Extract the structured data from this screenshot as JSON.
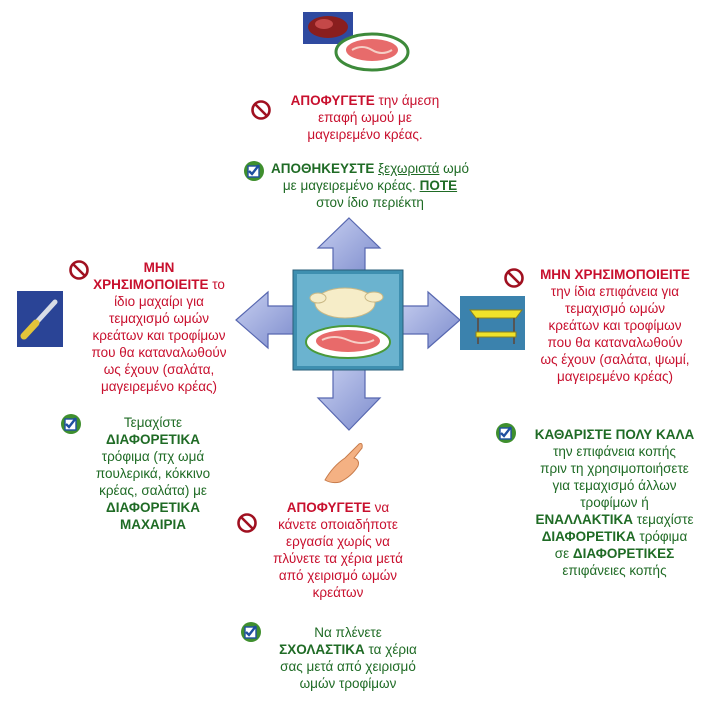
{
  "colors": {
    "warning": "#c8102e",
    "advice": "#1f6b25",
    "arrow": "#8f9ed8",
    "arrow_border": "#5767b0"
  },
  "icons": {
    "prohibited": "prohibited-icon",
    "check": "checkmark-icon"
  },
  "top": {
    "warn": {
      "bold": "ΑΠΟΦΥΓΕΤΕ",
      "l1": " την άμεση",
      "l2": "επαφή ωμού με",
      "l3": "μαγειρεμένο κρέας."
    },
    "ok": {
      "bold": "ΑΠΟΘΗΚΕΥΣΤΕ ",
      "under1": "ξεχωριστά",
      "l1": " ωμό",
      "l2": "με μαγειρεμένο κρέας. ",
      "under2": "ΠΟΤΕ",
      "l3": "στον ίδιο περιέκτη"
    }
  },
  "left": {
    "warn": {
      "b1": "ΜΗΝ",
      "b2": "ΧΡΗΣΙΜΟΠΟΙΕΙΤΕ",
      "l2": " το",
      "l3": "ίδιο μαχαίρι για",
      "l4": "τεμαχισμό ωμών",
      "l5": "κρεάτων και τροφίμων",
      "l6": "που θα καταναλωθούν",
      "l7": "ως έχουν (σαλάτα,",
      "l8": "μαγειρεμένο κρέας)"
    },
    "ok": {
      "l1": "Τεμαχίστε",
      "b1": "ΔΙΑΦΟΡΕΤΙΚΑ",
      "l3": "τρόφιμα (πχ ωμά",
      "l4": "πουλερικά, κόκκινο",
      "l5": "κρέας, σαλάτα) με",
      "b2": "ΔΙΑΦΟΡΕΤΙΚΑ",
      "b3": "ΜΑΧΑΙΡΙΑ"
    }
  },
  "right": {
    "warn": {
      "b1": "ΜΗΝ ΧΡΗΣΙΜΟΠΟΙΕΙΤΕ",
      "l2": "την ίδια επιφάνεια για",
      "l3": "τεμαχισμό ωμών",
      "l4": "κρεάτων και τροφίμων",
      "l5": "που θα καταναλωθούν",
      "l6": "ως έχουν (σαλάτα, ψωμί,",
      "l7": "μαγειρεμένο κρέας)"
    },
    "ok": {
      "b1": "ΚΑΘΑΡΙΣΤΕ ΠΟΛΥ ΚΑΛΑ",
      "l2": "την επιφάνεια κοπής",
      "l3": "πριν τη χρησιμοποιήσετε",
      "l4": "για τεμαχισμό άλλων",
      "l5": "τροφίμων ή",
      "b2": "ΕΝΑΛΛΑΚΤΙΚΑ",
      "l6": " τεμαχίστε",
      "b3": "ΔΙΑΦΟΡΕΤΙΚΑ",
      "l7": " τρόφιμα",
      "l8a": "σε ",
      "b4": "ΔΙΑΦΟΡΕΤΙΚΕΣ",
      "l9": "επιφάνειες κοπής"
    }
  },
  "bottom": {
    "warn": {
      "bold": "ΑΠΟΦΥΓΕΤΕ",
      "l1": " να",
      "l2": "κάνετε οποιαδήποτε",
      "l3": "εργασία χωρίς να",
      "l4": "πλύνετε τα χέρια μετά",
      "l5": "από χειρισμό ωμών",
      "l6": "κρεάτων"
    },
    "ok": {
      "l1": "Να πλένετε",
      "bold": "ΣΧΟΛΑΣΤΙΚΑ",
      "l2": " τα χέρια",
      "l3": "σας μετά από χειρισμό",
      "l4": "ωμών τροφίμων"
    }
  }
}
